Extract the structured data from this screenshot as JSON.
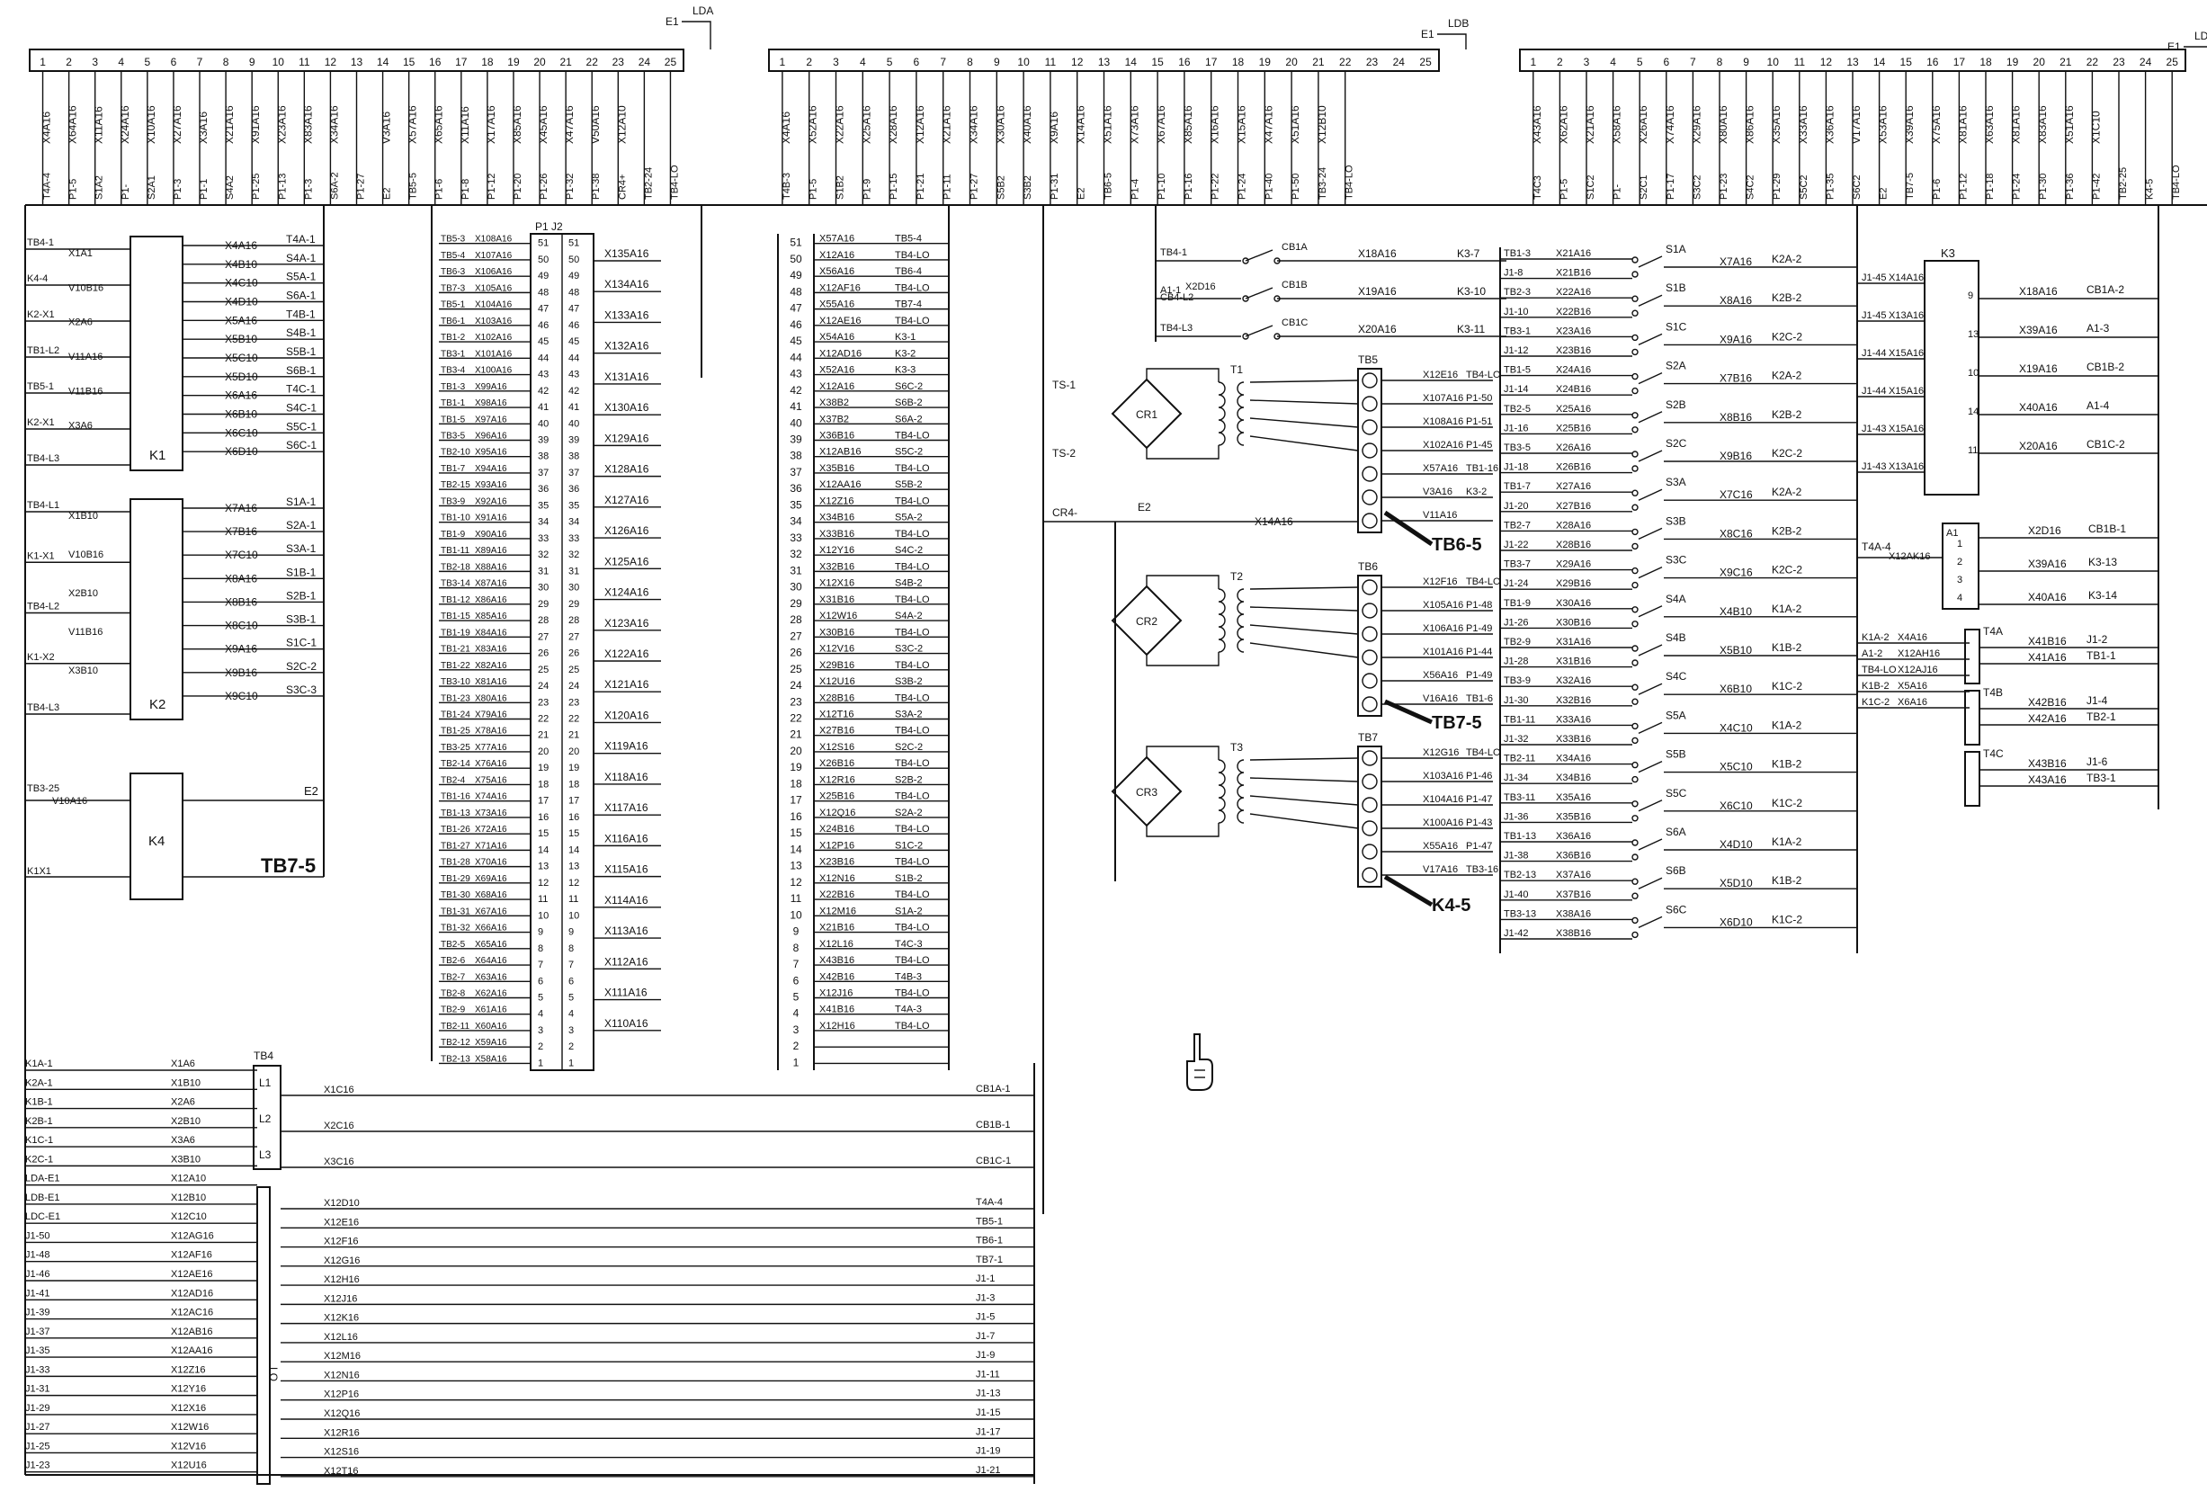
{
  "connectors": [
    {
      "ref": "LDA",
      "pins": [
        "1",
        "2",
        "3",
        "4",
        "5",
        "6",
        "7",
        "8",
        "9",
        "10",
        "11",
        "12",
        "13",
        "14",
        "15",
        "16",
        "17",
        "18",
        "19",
        "20",
        "21",
        "22",
        "23",
        "24",
        "25"
      ],
      "wires": [
        "X4A16",
        "X64A16",
        "X11A16",
        "X24A16",
        "X10A16",
        "X27A16",
        "X3A16",
        "X21A16",
        "X91A16",
        "X23A16",
        "X83A16",
        "X34A16",
        "",
        "V3A16",
        "X57A16",
        "X65A16",
        "X11A16",
        "X17A16",
        "X85A16",
        "X45A16",
        "X47A16",
        "V50A16",
        "X12A10"
      ],
      "terms": [
        "T4A-4",
        "P1-5",
        "S1A2",
        "P1-",
        "S2A1",
        "P1-3",
        "P1-1",
        "S4A2",
        "P1-25",
        "P1-13",
        "P1-3",
        "S6A-2",
        "P1-27",
        "E2",
        "TB5-5",
        "P1-6",
        "P1-8",
        "P1-12",
        "P1-20",
        "P1-26",
        "P1-32",
        "P1-38",
        "CR4+",
        "TB2-24",
        "TB4-LO"
      ]
    },
    {
      "ref": "LDB",
      "pins": [
        "1",
        "2",
        "3",
        "4",
        "5",
        "6",
        "7",
        "8",
        "9",
        "10",
        "11",
        "12",
        "13",
        "14",
        "15",
        "16",
        "17",
        "18",
        "19",
        "20",
        "21",
        "22",
        "23",
        "24",
        "25"
      ],
      "wires": [
        "X4A16",
        "X52A16",
        "X22A16",
        "X25A16",
        "X28A16",
        "X12A16",
        "X21A16",
        "X34A16",
        "X30A16",
        "X40A16",
        "X9A16",
        "X14A16",
        "X51A16",
        "X73A16",
        "X67A16",
        "X85A16",
        "X16A16",
        "X15A16",
        "X47A16",
        "X51A16",
        "X12B10"
      ],
      "terms": [
        "T4B-3",
        "P1-5",
        "S1B2",
        "P1-9",
        "P1-15",
        "P1-21",
        "P1-11",
        "P1-27",
        "S5B2",
        "S3B2",
        "P1-31",
        "E2",
        "TB6-5",
        "P1-4",
        "P1-10",
        "P1-16",
        "P1-22",
        "P1-24",
        "P1-40",
        "P1-50",
        "TB3-24",
        "TB4-LO"
      ]
    },
    {
      "ref": "LDC",
      "pins": [
        "1",
        "2",
        "3",
        "4",
        "5",
        "6",
        "7",
        "8",
        "9",
        "10",
        "11",
        "12",
        "13",
        "14",
        "15",
        "16",
        "17",
        "18",
        "19",
        "20",
        "21",
        "22",
        "23",
        "24",
        "25"
      ],
      "wires": [
        "X43A16",
        "X62A16",
        "X21A16",
        "X58A16",
        "X26A16",
        "X74A16",
        "X29A16",
        "X80A16",
        "X86A16",
        "X35A16",
        "X33A16",
        "X36A16",
        "V17A16",
        "X53A16",
        "X39A16",
        "X75A16",
        "X81A16",
        "X63A16",
        "X81A16",
        "X83A16",
        "X51A16",
        "X1C10"
      ],
      "terms": [
        "T4C3",
        "P1-5",
        "S1C2",
        "P1-",
        "S2C1",
        "P1-17",
        "S3C2",
        "P1-23",
        "S4C2",
        "P1-29",
        "S5C2",
        "P1-35",
        "S6C2",
        "E2",
        "TB7-5",
        "P1-6",
        "P1-12",
        "P1-18",
        "P1-24",
        "P1-30",
        "P1-36",
        "P1-42",
        "TB2-25",
        "K4-5",
        "TB4-LO"
      ]
    }
  ],
  "connector_labels": [
    "LDA",
    "LDB",
    "LDC"
  ],
  "connector_e": [
    "E1",
    "E1",
    "E1"
  ],
  "relays": {
    "K1": {
      "label": "K1",
      "in": [
        "TB4-1",
        "K4-4",
        "K2-X1",
        "TB1-L2",
        "TB5-1",
        "K2-X1",
        "TB4-L3"
      ],
      "inwires": [
        "X1A1",
        "V10B16",
        "X2A6",
        "V11A16",
        "V11B16",
        "X3A6"
      ],
      "out": [
        "X4A16",
        "X4B10",
        "X4C10",
        "X4D10",
        "X5A16",
        "X5B10",
        "X5C10",
        "X5D10",
        "X6A16",
        "X6B10",
        "X6C10",
        "X6D10"
      ],
      "outterm": [
        "T4A-1",
        "S4A-1",
        "S5A-1",
        "S6A-1",
        "T4B-1",
        "S4B-1",
        "S5B-1",
        "S6B-1",
        "T4C-1",
        "S4C-1",
        "S5C-1",
        "S6C-1"
      ]
    },
    "K2": {
      "label": "K2",
      "in": [
        "TB4-L1",
        "K1-X1",
        "TB4-L2",
        "K1-X2",
        "TB4-L3"
      ],
      "inwires": [
        "X1B10",
        "V10B16",
        "X2B10",
        "V11B16",
        "X3B10"
      ],
      "out": [
        "X7A16",
        "X7B16",
        "X7C10",
        "X8A16",
        "X8B16",
        "X8C10",
        "X9A16",
        "X9B16",
        "X9C10"
      ],
      "outterm": [
        "S1A-1",
        "S2A-1",
        "S3A-1",
        "S1B-1",
        "S2B-1",
        "S3B-1",
        "S1C-1",
        "S2C-2",
        "S3C-3"
      ]
    },
    "K4": {
      "label": "K4",
      "in": [
        "TB3-25",
        "K1X1"
      ],
      "inwires": [
        "V10A16"
      ],
      "outterm": [
        "E2"
      ]
    }
  },
  "callouts": [
    "TB7-5",
    "TB6-5",
    "TB7-5",
    "K4-5"
  ],
  "p1j2": {
    "ref": "P1 J2",
    "pins": [
      "51",
      "50",
      "49",
      "48",
      "47",
      "46",
      "45",
      "44",
      "43",
      "42",
      "41",
      "40",
      "39",
      "38",
      "37",
      "36",
      "35",
      "34",
      "33",
      "32",
      "31",
      "30",
      "29",
      "28",
      "27",
      "26",
      "25",
      "24",
      "23",
      "22",
      "21",
      "20",
      "19",
      "18",
      "17",
      "16",
      "15",
      "14",
      "13",
      "12",
      "11",
      "10",
      "9",
      "8",
      "7",
      "6",
      "5",
      "4",
      "3",
      "2",
      "1"
    ],
    "left": [
      "TB5-3",
      "TB5-4",
      "TB6-3",
      "TB7-3",
      "TB5-1",
      "TB6-1",
      "TB1-2",
      "TB3-1",
      "TB3-4",
      "TB1-3",
      "TB1-1",
      "TB1-5",
      "TB3-5",
      "TB2-10",
      "TB1-7",
      "TB2-15",
      "TB3-9",
      "TB1-10",
      "TB1-9",
      "TB1-11",
      "TB2-18",
      "TB3-14",
      "TB1-12",
      "TB1-15",
      "TB1-19",
      "TB1-21",
      "TB1-22",
      "TB3-10",
      "TB1-23",
      "TB1-24",
      "TB1-25",
      "TB3-25",
      "TB2-14",
      "TB2-4",
      "TB1-16",
      "TB1-13",
      "TB1-26",
      "TB1-27",
      "TB1-28",
      "TB1-29",
      "TB1-30",
      "TB1-31",
      "TB1-32",
      "TB2-5",
      "TB2-6",
      "TB2-7",
      "TB2-8",
      "TB2-9",
      "TB2-11",
      "TB2-12",
      "TB2-13"
    ],
    "leftwires": [
      "X108A16",
      "X107A16",
      "X106A16",
      "X105A16",
      "X104A16",
      "X103A16",
      "X102A16",
      "X101A16",
      "X100A16",
      "X99A16",
      "X98A16",
      "X97A16",
      "X96A16",
      "X95A16",
      "X94A16",
      "X93A16",
      "X92A16",
      "X91A16",
      "X90A16",
      "X89A16",
      "X88A16",
      "X87A16",
      "X86A16",
      "X85A16",
      "X84A16",
      "X83A16",
      "X82A16",
      "X81A16",
      "X80A16",
      "X79A16",
      "X78A16",
      "X77A16",
      "X76A16",
      "X75A16",
      "X74A16",
      "X73A16",
      "X72A16",
      "X71A16",
      "X70A16",
      "X69A16",
      "X68A16",
      "X67A16",
      "X66A16",
      "X65A16",
      "X64A16",
      "X63A16",
      "X62A16",
      "X61A16",
      "X60A16",
      "X59A16",
      "X58A16"
    ],
    "right": [
      "X135A16",
      "X134A16",
      "X133A16",
      "X132A16",
      "X131A16",
      "X130A16",
      "X129A16",
      "X128A16",
      "X127A16",
      "X126A16",
      "X125A16",
      "X124A16",
      "X123A16",
      "X122A16",
      "X121A16",
      "X120A16",
      "X119A16",
      "X118A16",
      "X117A16",
      "X116A16",
      "X115A16",
      "X114A16",
      "X113A16",
      "X112A16",
      "X111A16",
      "X110A16"
    ]
  },
  "rightblock": {
    "pins": [
      "51",
      "50",
      "49",
      "48",
      "47",
      "46",
      "45",
      "44",
      "43",
      "42",
      "41",
      "40",
      "39",
      "38",
      "37",
      "36",
      "35",
      "34",
      "33",
      "32",
      "31",
      "30",
      "29",
      "28",
      "27",
      "26",
      "25",
      "24",
      "23",
      "22",
      "21",
      "20",
      "19",
      "18",
      "17",
      "16",
      "15",
      "14",
      "13",
      "12",
      "11",
      "10",
      "9",
      "8",
      "7",
      "6",
      "5",
      "4",
      "3",
      "2",
      "1"
    ],
    "wires": [
      "X57A16",
      "X12A16",
      "X56A16",
      "X12AF16",
      "X55A16",
      "X12AE16",
      "X54A16",
      "X12AD16",
      "X52A16",
      "X12A16",
      "X38B2",
      "X37B2",
      "X36B16",
      "X12AB16",
      "X35B16",
      "X12AA16",
      "X12Z16",
      "X34B16",
      "X33B16",
      "X12Y16",
      "X32B16",
      "X12X16",
      "X31B16",
      "X12W16",
      "X30B16",
      "X12V16",
      "X29B16",
      "X12U16",
      "X28B16",
      "X12T16",
      "X27B16",
      "X12S16",
      "X26B16",
      "X12R16",
      "X25B16",
      "X12Q16",
      "X24B16",
      "X12P16",
      "X23B16",
      "X12N16",
      "X22B16",
      "X12M16",
      "X21B16",
      "X12L16",
      "X43B16",
      "X42B16",
      "X12J16",
      "X41B16",
      "X12H16"
    ],
    "terms": [
      "TB5-4",
      "TB4-LO",
      "TB6-4",
      "TB4-LO",
      "TB7-4",
      "TB4-LO",
      "K3-1",
      "K3-2",
      "K3-3",
      "S6C-2",
      "S6B-2",
      "S6A-2",
      "TB4-LO",
      "S5C-2",
      "TB4-LO",
      "S5B-2",
      "TB4-LO",
      "S5A-2",
      "TB4-LO",
      "S4C-2",
      "TB4-LO",
      "S4B-2",
      "TB4-LO",
      "S4A-2",
      "TB4-LO",
      "S3C-2",
      "TB4-LO",
      "S3B-2",
      "TB4-LO",
      "S3A-2",
      "TB4-LO",
      "S2C-2",
      "TB4-LO",
      "S2B-2",
      "TB4-LO",
      "S2A-2",
      "TB4-LO",
      "S1C-2",
      "TB4-LO",
      "S1B-2",
      "TB4-LO",
      "S1A-2",
      "TB4-LO",
      "T4C-3",
      "TB4-LO",
      "T4B-3",
      "TB4-LO",
      "T4A-3",
      "TB4-LO"
    ]
  },
  "contactors": [
    {
      "label": "CB1A",
      "in": "TB4-1",
      "out": "X18A16",
      "term": "K3-7"
    },
    {
      "label": "CB1B",
      "in": "A1-1",
      "out": "X19A16",
      "term": "K3-10"
    },
    {
      "label": "CB1C",
      "in": "TB4-L3",
      "out": "X20A16",
      "term": "K3-11"
    }
  ],
  "contactor_extra": [
    "X2D16",
    "CB4-L2"
  ],
  "rectifiers": [
    {
      "cr": "CR1",
      "t": "T1",
      "tb": "TB5",
      "in": [
        "TS-1",
        "TS-2",
        "CR4-",
        "E2"
      ],
      "wires": [
        "X12E16",
        "X107A16",
        "X108A16",
        "X102A16",
        "X57A16",
        "V3A16",
        "V11A16"
      ],
      "terms": [
        "TB4-LO",
        "P1-50",
        "P1-51",
        "P1-45",
        "TB1-16",
        "K3-2"
      ]
    },
    {
      "cr": "CR2",
      "t": "T2",
      "tb": "TB6",
      "wires": [
        "X12F16",
        "X105A16",
        "X106A16",
        "X101A16",
        "X56A16",
        "V16A16"
      ],
      "terms": [
        "TB4-LO",
        "P1-48",
        "P1-49",
        "P1-44",
        "P1-49",
        "TB1-6"
      ]
    },
    {
      "cr": "CR3",
      "t": "T3",
      "tb": "TB7",
      "wires": [
        "X12G16",
        "X103A16",
        "X104A16",
        "X100A16",
        "X55A16",
        "V17A16"
      ],
      "terms": [
        "TB4-LO",
        "P1-46",
        "P1-47",
        "P1-43",
        "P1-47",
        "TB3-16"
      ]
    }
  ],
  "rect_misc": {
    "ts1": "TS-1",
    "ts2": "TS-2",
    "cr4": "CR4-",
    "e2": "E2",
    "x14": "X14A16"
  },
  "switches": {
    "left": [
      "TB1-3",
      "J1-8",
      "TB2-3",
      "J1-10",
      "TB3-1",
      "J1-12",
      "TB1-5",
      "J1-14",
      "TB2-5",
      "J1-16",
      "TB3-5",
      "J1-18",
      "TB1-7",
      "J1-20",
      "TB2-7",
      "J1-22",
      "TB3-7",
      "J1-24",
      "TB1-9",
      "J1-26",
      "TB2-9",
      "J1-28",
      "TB3-9",
      "J1-30",
      "TB1-11",
      "J1-32",
      "TB2-11",
      "J1-34",
      "TB3-11",
      "J1-36",
      "TB1-13",
      "J1-38",
      "TB2-13",
      "J1-40",
      "TB3-13",
      "J1-42"
    ],
    "leftwires": [
      "X21A16",
      "X21B16",
      "X22A16",
      "X22B16",
      "X23A16",
      "X23B16",
      "X24A16",
      "X24B16",
      "X25A16",
      "X25B16",
      "X26A16",
      "X26B16",
      "X27A16",
      "X27B16",
      "X28A16",
      "X28B16",
      "X29A16",
      "X29B16",
      "X30A16",
      "X30B16",
      "X31A16",
      "X31B16",
      "X32A16",
      "X32B16",
      "X33A16",
      "X33B16",
      "X34A16",
      "X34B16",
      "X35A16",
      "X35B16",
      "X36A16",
      "X36B16",
      "X37A16",
      "X37B16",
      "X38A16",
      "X38B16"
    ],
    "labels": [
      "S1A",
      "S1B",
      "S1C",
      "S2A",
      "S2B",
      "S2C",
      "S3A",
      "S3B",
      "S3C",
      "S4A",
      "S4B",
      "S4C",
      "S5A",
      "S5B",
      "S5C",
      "S6A",
      "S6B",
      "S6C"
    ],
    "outwires": [
      "X7A16",
      "X8A16",
      "X9A16",
      "X7B16",
      "X8B16",
      "X9B16",
      "X7C16",
      "X8C16",
      "X9C16",
      "X4B10",
      "X5B10",
      "X6B10",
      "X4C10",
      "X5C10",
      "X6C10",
      "X4D10",
      "X5D10",
      "X6D10"
    ],
    "outterms": [
      "K2A-2",
      "K2B-2",
      "K2C-2",
      "K2A-2",
      "K2B-2",
      "K2C-2",
      "K2A-2",
      "K2B-2",
      "K2C-2",
      "K1A-2",
      "K1B-2",
      "K1C-2",
      "K1A-2",
      "K1B-2",
      "K1C-2",
      "K1A-2",
      "K1B-2",
      "K1C-2"
    ]
  },
  "k3": {
    "label": "K3",
    "left": [
      "J1-45",
      "J1-45",
      "J1-44",
      "J1-44",
      "J1-43",
      "J1-43"
    ],
    "leftwires": [
      "X14A16",
      "X13A16",
      "X15A16",
      "X15A16",
      "X15A16",
      "X13A16"
    ],
    "pins": [
      "9",
      "13",
      "10",
      "14",
      "11"
    ],
    "right": [
      "X18A16",
      "X39A16",
      "X19A16",
      "X40A16",
      "X20A16"
    ],
    "rterm": [
      "CB1A-2",
      "A1-3",
      "CB1B-2",
      "A1-4",
      "CB1C-2"
    ]
  },
  "a1": {
    "label": "A1",
    "pins": [
      "1",
      "2",
      "3",
      "4"
    ],
    "wires": [
      "X2D16",
      "X39A16",
      "X40A16"
    ],
    "terms": [
      "CB1B-1",
      "K3-13",
      "K3-14"
    ],
    "in": "T4A-4",
    "inwire": "X12AK16"
  },
  "t4": {
    "labels": [
      "T4A",
      "T4B",
      "T4C"
    ],
    "in": [
      "K1A-2",
      "A1-2",
      "TB4-LO",
      "K1B-2",
      "K1C-2"
    ],
    "inwires": [
      "X4A16",
      "X12AH16",
      "X12AJ16",
      "X5A16",
      "X6A16"
    ],
    "out": [
      "X41B16",
      "X41A16",
      "X42B16",
      "X42A16",
      "X43B16",
      "X43A16"
    ],
    "outterm": [
      "J1-2",
      "TB1-1",
      "J1-4",
      "TB2-1",
      "J1-6",
      "TB3-1"
    ]
  },
  "tb4": {
    "label": "TB4",
    "left": [
      "K1A-1",
      "K2A-1",
      "K1B-1",
      "K2B-1",
      "K1C-1",
      "K2C-1",
      "LDA-E1",
      "LDB-E1",
      "LDC-E1",
      "J1-50",
      "J1-48",
      "J1-46",
      "J1-41",
      "J1-39",
      "J1-37",
      "J1-35",
      "J1-33",
      "J1-31",
      "J1-29",
      "J1-27",
      "J1-25",
      "J1-23"
    ],
    "leftwires": [
      "X1A6",
      "X1B10",
      "X2A6",
      "X2B10",
      "X3A6",
      "X3B10",
      "X12A10",
      "X12B10",
      "X12C10",
      "X12AG16",
      "X12AF16",
      "X12AE16",
      "X12AD16",
      "X12AC16",
      "X12AB16",
      "X12AA16",
      "X12Z16",
      "X12Y16",
      "X12X16",
      "X12W16",
      "X12V16",
      "X12U16"
    ],
    "pins": [
      "L1",
      "L2",
      "L3"
    ],
    "rightwires": [
      "X1C16",
      "X2C16",
      "X3C16",
      "X12D10",
      "X12E16",
      "X12F16",
      "X12G16",
      "X12H16",
      "X12J16",
      "X12K16",
      "X12L16",
      "X12M16",
      "X12N16",
      "X12P16",
      "X12Q16",
      "X12R16",
      "X12S16",
      "X12T16"
    ],
    "rightterm": [
      "CB1A-1",
      "CB1B-1",
      "CB1C-1",
      "T4A-4",
      "TB5-1",
      "TB6-1",
      "TB7-1",
      "J1-1",
      "J1-3",
      "J1-5",
      "J1-7",
      "J1-9",
      "J1-11",
      "J1-13",
      "J1-15",
      "J1-17",
      "J1-19",
      "J1-21"
    ],
    "busmark": "LO"
  }
}
